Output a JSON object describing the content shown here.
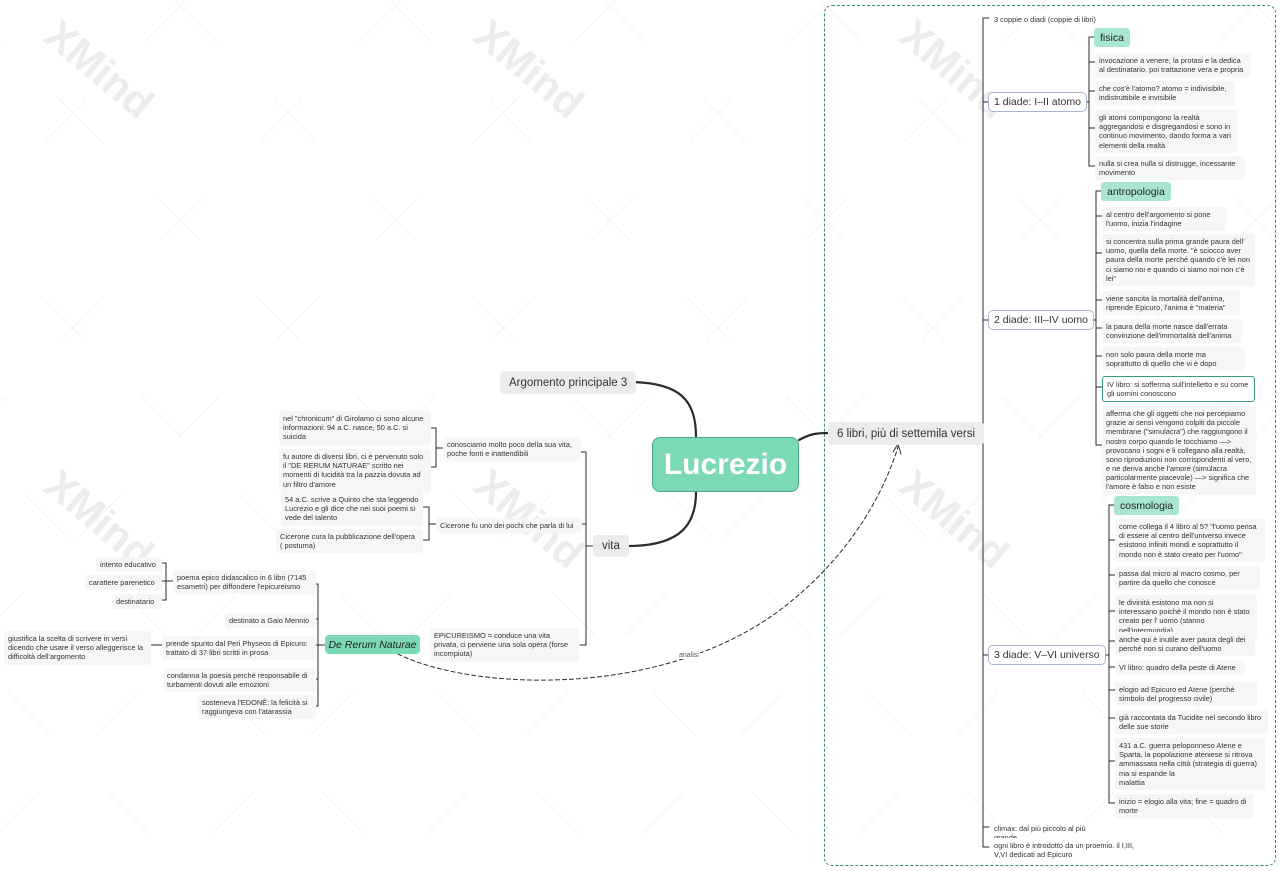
{
  "central": "Lucrezio",
  "argomento": "Argomento principale 3",
  "vita": {
    "label": "vita",
    "c1": {
      "label": "conosciamo molto poco della sua vita, poche fonti e inattendibili",
      "items": [
        "nel \"chronicum\" di Girolamo ci sono alcune informazioni: 94 a.C. nasce, 50 a.C. si suicida",
        "fu autore di diversi libri, ci è pervenuto solo il \"DE RERUM NATURAE\" scritto nei momenti di lucidità tra la pazzia dovuta ad un filtro d'amore"
      ]
    },
    "c2": {
      "label": "Cicerone fu uno dei pochi che parla di lui",
      "items": [
        "54 a.C. scrive a Quinto che sta leggendo Lucrezio e gli dice che nei suoi poemi si vede del talento",
        "Cicerone cura la pubblicazione dell'opera ( postuma)"
      ]
    },
    "c3": "EPICUREISMO = conduce una vita privata, ci perviene una sola opera (forse incompiuta)"
  },
  "drn": {
    "label": "De Rerum Naturae",
    "poema": {
      "label": "poema epico didascalico in 6 libri (7145 esametri) per diffondere l'epicureismo",
      "items": [
        "intento educativo",
        "carattere parenetico",
        "destinatario"
      ]
    },
    "gaio": "destinato a Gaio Mennio",
    "peri": {
      "label": "prende spunto dal Peri Physeos di Epicuro: trattato di 37 libri scritti in prosa",
      "item": "giustifica la scelta di scrivere in versi dicendo che usare il verso alleggerisce la difficoltà dell'argomento"
    },
    "condanna": "condanna la poesia perché responsabile di turbamenti dovuti alle emozioni",
    "edone": "sosteneva l'EDONÉ: la felicità si raggiungeva con l'atarassia"
  },
  "relationship": "analisi",
  "libri": {
    "label": "6 libri, più di settemila versi",
    "coppie": "3 coppie o diadi (coppie di libri)",
    "d1": {
      "label": "1 diade: I–II atomo",
      "topic": "fisica",
      "items": [
        "invocazione a venere, la protasi e la dedica al destinatario. poi trattazione vera e propria",
        "che cos'è l'atomo? atomo = indivisibile, indistruttibile e invisibile",
        "gli atomi compongono la realtà aggregandosi e disgregandosi e sono in continuo movimento, dando forma a vari elementi della realtà",
        "nulla si crea nulla si distrugge, incessante movimento"
      ]
    },
    "d2": {
      "label": "2 diade: III–IV uomo",
      "topic": "antropologia",
      "items": [
        "al centro dell'argomento si pone l'uomo, inizia l'indagine",
        "si concentra sulla prima grande paura dell' uomo, quella della morte. \"è sciocco aver paura della morte perché quando c'è lei non ci siamo noi e quando ci siamo noi non c'è lei\"",
        "viene sancita la mortalità dell'anima, riprende Epicuro, l'anima è \"materia\"",
        "la paura della morte nasce dall'errata convinzione dell'immortalità dell'anima",
        "non solo paura della morte ma soprattutto di quello che vi è dopo",
        "IV libro: si sofferma sull'intelletto e su come gli uomini conoscono",
        "afferma che gli oggetti che noi percepiamo grazie ai sensi vengono colpiti da piccole membrane (\"simulacra\") che raggiungono il nostro corpo quando le tocchiamo —> provocano i sogni e li collegano alla realtà, sono riproduzioni non corrispondenti al vero, e ne deriva anche l'amore (simulacra particolarmente piacevole) —> significa che l'amore è falso e non esiste"
      ]
    },
    "d3": {
      "label": "3 diade: V–VI universo",
      "topic": "cosmologia",
      "items": [
        "come collega il 4 libro al 5? \"l'uomo pensa di essere al centro dell'universo invece esistono infiniti mondi e soprattutto il mondo non è stato creato per l'uomo\"",
        "passa dal micro al macro cosmo, per partire da quello che conosce",
        "le divinità esistono ma non si interessano poiché il mondo non è stato creato per l' uomo (stanno nell'intermundia)",
        "anche qui è inutile aver paura degli dei perché non si curano dell'uomo",
        "VI libro: quadro della peste di Atene",
        "elogio ad Epicuro ed Atene (perché simbolo del progresso civile)",
        "già raccontata da Tucidite nel secondo libro delle sue storie",
        "431 a.C. guerra peloponneso Atene e Sparta, la popolazione ateniese si ritrova ammassata nella città (strategia di guerra) ma si espande la\nmalattia",
        "inizio = elogio alla vita; fine = quadro di morte"
      ]
    },
    "climax": "climax: dal più piccolo al più grande",
    "proemio": "ogni libro è introdotto da un proemio. il I,III, V,VI dedicati ad Epicuro"
  },
  "watermark": "XMind",
  "colors": {
    "central": "#7cd9b6",
    "topic": "#a8e6cf",
    "boundary": "#2f8f68"
  }
}
